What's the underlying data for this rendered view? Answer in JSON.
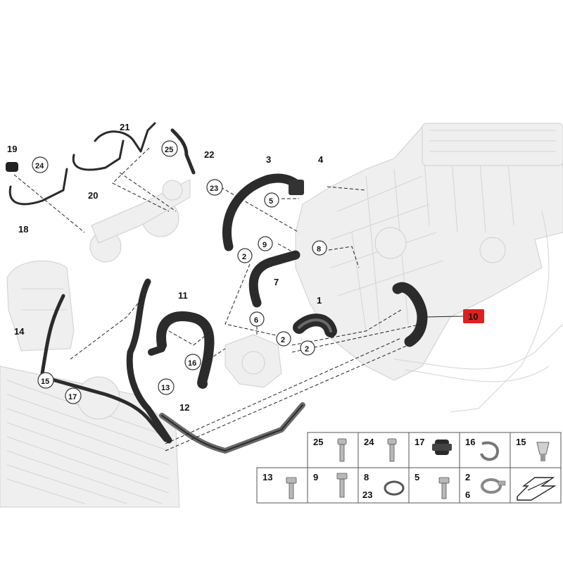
{
  "callouts": {
    "c1": "1",
    "c2a": "2",
    "c2b": "2",
    "c2c": "2",
    "c3": "3",
    "c4": "4",
    "c5": "5",
    "c6": "6",
    "c7": "7",
    "c8": "8",
    "c9": "9",
    "c10": "10",
    "c11": "11",
    "c12": "12",
    "c13": "13",
    "c14": "14",
    "c15": "15",
    "c16": "16",
    "c17": "17",
    "c18": "18",
    "c19": "19",
    "c20": "20",
    "c21": "21",
    "c22": "22",
    "c23": "23",
    "c24": "24",
    "c25": "25"
  },
  "legend": {
    "top_row": [
      "25",
      "24",
      "17",
      "16",
      "15"
    ],
    "bottom_row": [
      "13",
      "9",
      "5"
    ],
    "stacked_8_23": [
      "8",
      "23"
    ],
    "stacked_2_6": [
      "2",
      "6"
    ]
  },
  "highlight_color": "#e02020"
}
